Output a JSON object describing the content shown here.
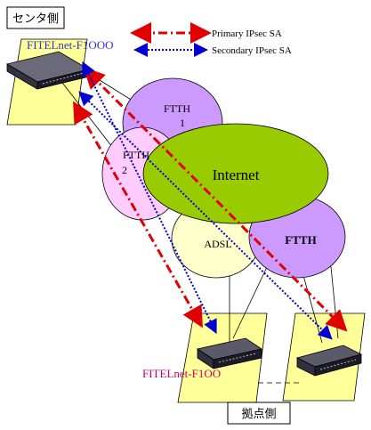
{
  "center_label": "センタ側",
  "branch_label": "拠点側",
  "center_device": "FITELnet-F1OOO",
  "branch_device": "FITELnet-F1OO",
  "legend": {
    "primary": "Primary IPsec SA",
    "secondary": "Secondary IPsec SA"
  },
  "clouds": {
    "ftth1_line1": "FTTH",
    "ftth1_line2": "1",
    "ftth2_line1": "FTTH",
    "ftth2_line2": "2",
    "internet": "Internet",
    "adsl": "ADSL",
    "ftth3": "FTTH"
  },
  "colors": {
    "primary": "#e00000",
    "secondary": "#0000d0",
    "paper": "#ffff99",
    "ftth_purple": "#cc99ff",
    "ftth_pink": "#ffccff",
    "internet_green": "#99cc00",
    "adsl_cream": "#ffffcc",
    "center_device_text": "#3333cc",
    "branch_device_text": "#cc0066"
  }
}
